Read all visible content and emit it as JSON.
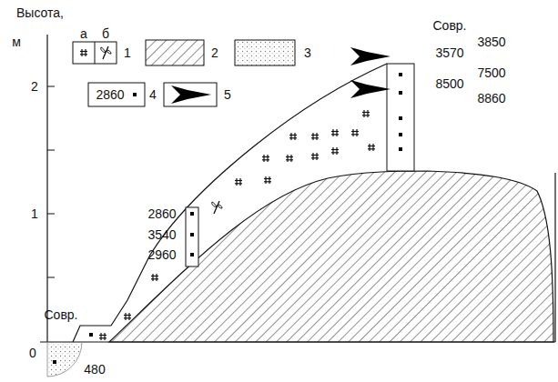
{
  "diagram": {
    "labels": [
      "Высота,",
      "м",
      "2",
      "1",
      "0",
      "а",
      "б",
      "2860",
      "Совр.",
      "3850",
      "3570",
      "7500",
      "8500",
      "8860",
      "2860",
      "3540",
      "2960",
      "Совр.",
      "480"
    ],
    "legend": [
      {
        "text": "1"
      },
      {
        "text": "2"
      },
      {
        "text": "3"
      },
      {
        "text": "4"
      },
      {
        "text": "5"
      }
    ]
  }
}
